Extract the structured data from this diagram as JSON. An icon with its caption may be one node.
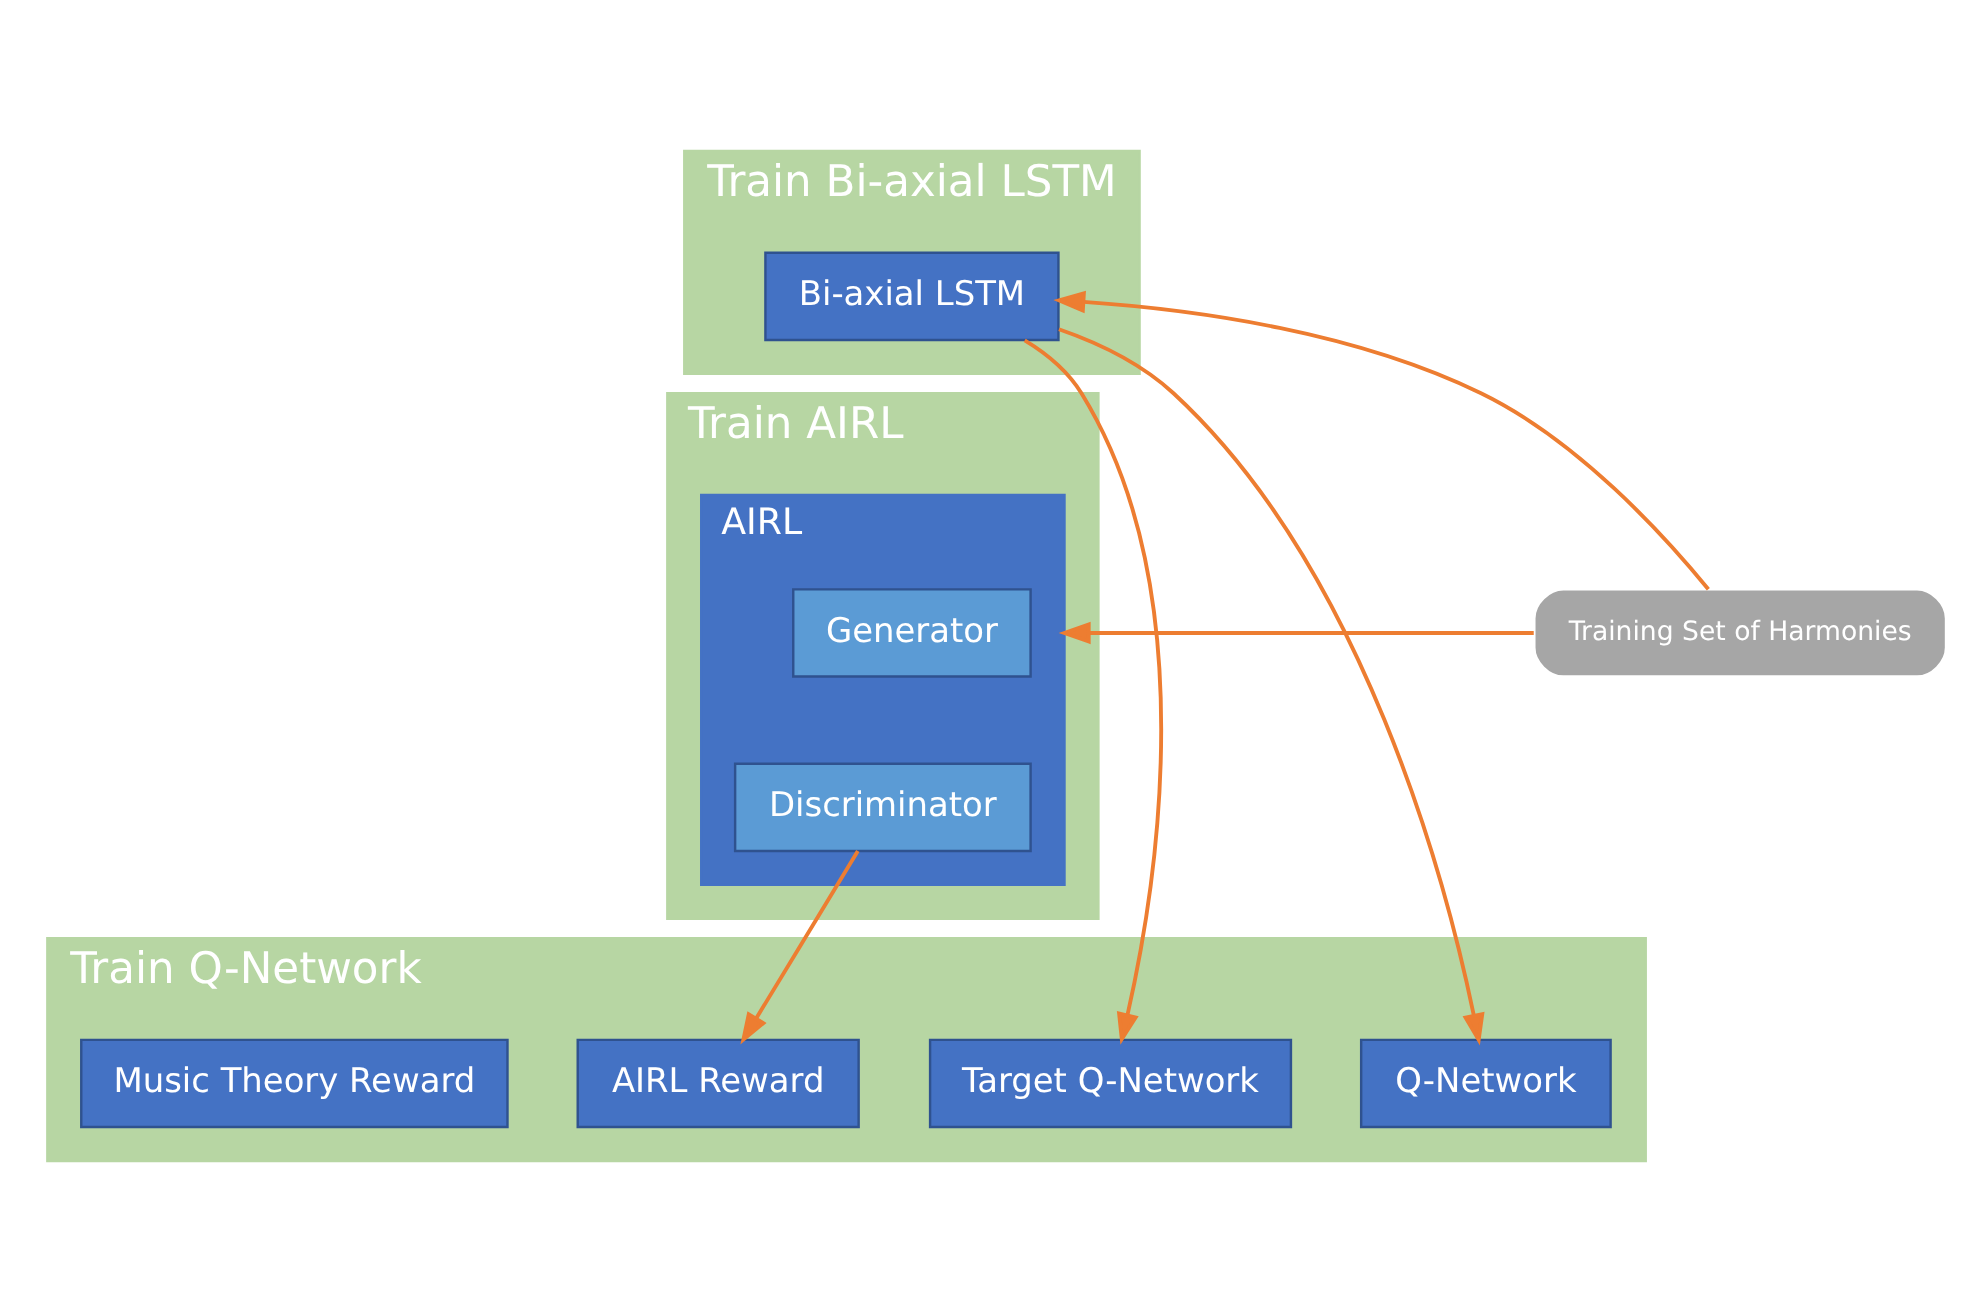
{
  "diagram": {
    "nodes": [
      {
        "text": [
          "Train Bi-axial LSTM"
        ]
      },
      {
        "text": [
          "Bi-axial LSTM"
        ],
        "in": 0
      },
      {
        "text": [
          "Train AIRL"
        ]
      },
      {
        "text": [
          "AIRL"
        ],
        "in": 2
      },
      {
        "text": [
          "Generator"
        ],
        "in": 3
      },
      {
        "text": [
          "Discriminator"
        ],
        "in": 3
      },
      {
        "text": [
          "Train Q-Network"
        ]
      },
      {
        "text": [
          "Target Q-Network"
        ],
        "in": 6
      },
      {
        "text": [
          "Q-Network"
        ],
        "in": 6
      },
      {
        "text": [
          "AIRL Reward"
        ],
        "in": 6
      },
      {
        "text": [
          "Music Theory Reward"
        ],
        "in": 6
      },
      {
        "text": [
          "Training Set of Harmonies"
        ]
      }
    ],
    "edges": [
      {
        "from": 11,
        "to": 1,
        "arrow": "to"
      },
      {
        "from": 11,
        "to": 3,
        "arrow": "to"
      },
      {
        "from": 1,
        "to": 7,
        "arrow": "to"
      },
      {
        "from": 1,
        "to": 8,
        "arrow": "to"
      },
      {
        "from": 5,
        "to": 9,
        "arrow": "to"
      }
    ]
  }
}
